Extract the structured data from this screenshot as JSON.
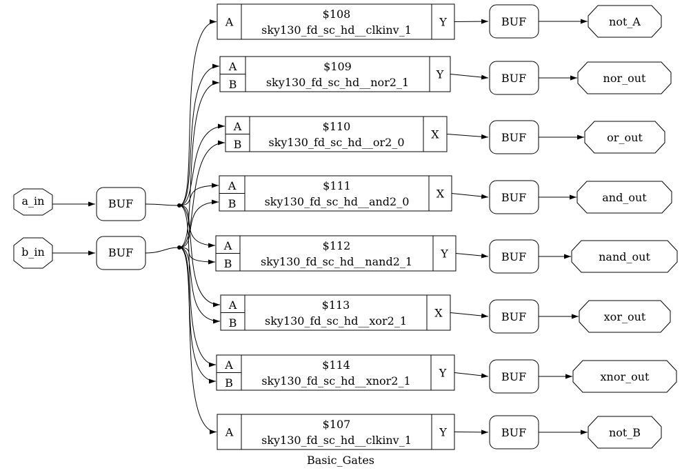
{
  "diagram": {
    "title": "Basic_Gates",
    "inputs": [
      {
        "id": "a_in",
        "label": "a_in"
      },
      {
        "id": "b_in",
        "label": "b_in"
      }
    ],
    "input_buffers": [
      {
        "id": "buf_a",
        "label": "BUF"
      },
      {
        "id": "buf_b",
        "label": "BUF"
      }
    ],
    "cells": [
      {
        "id": "c108",
        "name": "$108",
        "type": "sky130_fd_sc_hd__clkinv_1",
        "pins": [
          "A"
        ],
        "out": "Y"
      },
      {
        "id": "c109",
        "name": "$109",
        "type": "sky130_fd_sc_hd__nor2_1",
        "pins": [
          "A",
          "B"
        ],
        "out": "Y"
      },
      {
        "id": "c110",
        "name": "$110",
        "type": "sky130_fd_sc_hd__or2_0",
        "pins": [
          "A",
          "B"
        ],
        "out": "X"
      },
      {
        "id": "c111",
        "name": "$111",
        "type": "sky130_fd_sc_hd__and2_0",
        "pins": [
          "A",
          "B"
        ],
        "out": "X"
      },
      {
        "id": "c112",
        "name": "$112",
        "type": "sky130_fd_sc_hd__nand2_1",
        "pins": [
          "A",
          "B"
        ],
        "out": "Y"
      },
      {
        "id": "c113",
        "name": "$113",
        "type": "sky130_fd_sc_hd__xor2_1",
        "pins": [
          "A",
          "B"
        ],
        "out": "X"
      },
      {
        "id": "c114",
        "name": "$114",
        "type": "sky130_fd_sc_hd__xnor2_1",
        "pins": [
          "A",
          "B"
        ],
        "out": "Y"
      },
      {
        "id": "c107",
        "name": "$107",
        "type": "sky130_fd_sc_hd__clkinv_1",
        "pins": [
          "A"
        ],
        "out": "Y"
      }
    ],
    "output_buffers": [
      "BUF",
      "BUF",
      "BUF",
      "BUF",
      "BUF",
      "BUF",
      "BUF",
      "BUF"
    ],
    "outputs": [
      "not_A",
      "nor_out",
      "or_out",
      "and_out",
      "nand_out",
      "xor_out",
      "xnor_out",
      "not_B"
    ]
  }
}
